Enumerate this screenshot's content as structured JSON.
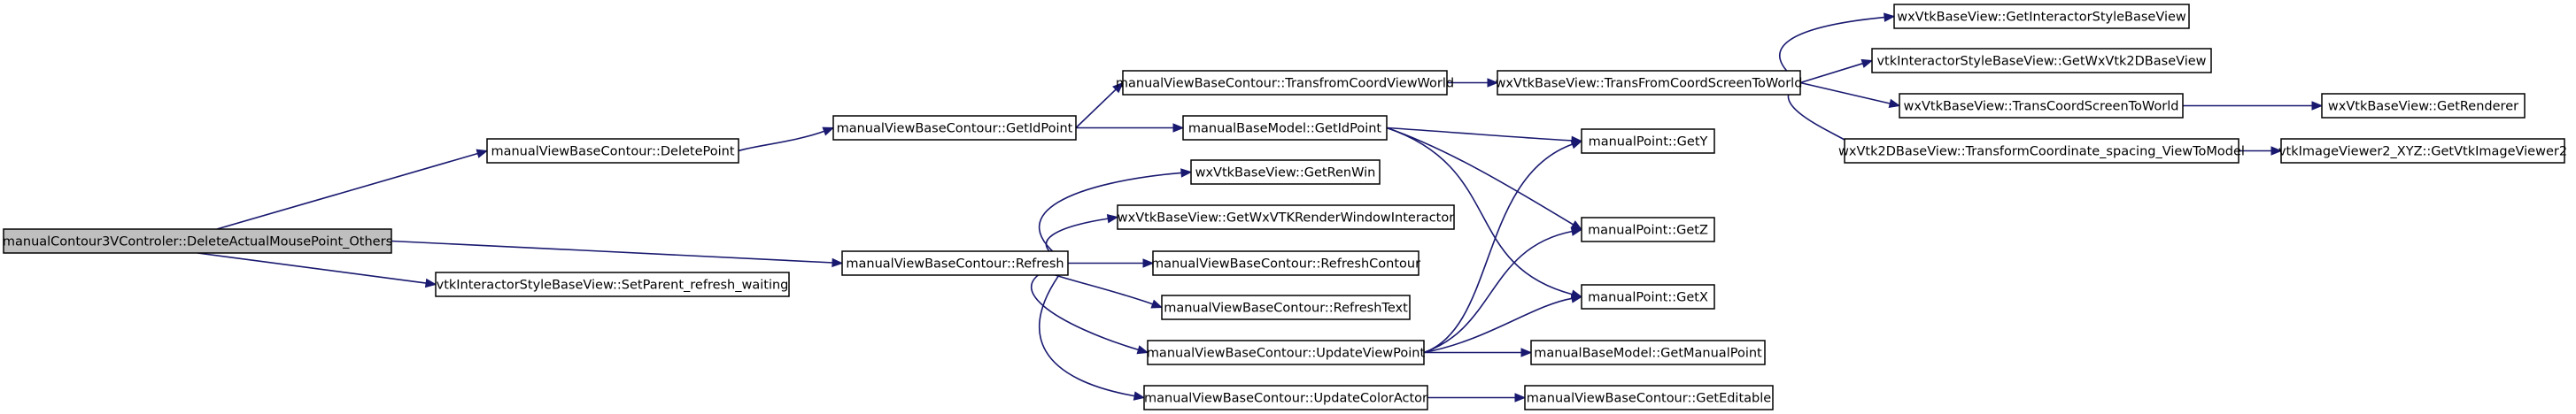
{
  "diagram": {
    "nodes": [
      {
        "id": "root",
        "label": "manualContour3VControler::DeleteActualMousePoint_Others"
      },
      {
        "id": "deletePoint",
        "label": "manualViewBaseContour::DeletePoint"
      },
      {
        "id": "setParentRefresh",
        "label": "vtkInteractorStyleBaseView::SetParent_refresh_waiting"
      },
      {
        "id": "getIdPoint",
        "label": "manualViewBaseContour::GetIdPoint"
      },
      {
        "id": "refresh",
        "label": "manualViewBaseContour::Refresh"
      },
      {
        "id": "transfromCoord",
        "label": "manualViewBaseContour::TransfromCoordViewWorld"
      },
      {
        "id": "modelGetIdPoint",
        "label": "manualBaseModel::GetIdPoint"
      },
      {
        "id": "getRenWin",
        "label": "wxVtkBaseView::GetRenWin"
      },
      {
        "id": "getWxVTKRender",
        "label": "wxVtkBaseView::GetWxVTKRenderWindowInteractor"
      },
      {
        "id": "refreshContour",
        "label": "manualViewBaseContour::RefreshContour"
      },
      {
        "id": "refreshText",
        "label": "manualViewBaseContour::RefreshText"
      },
      {
        "id": "updateViewPoint",
        "label": "manualViewBaseContour::UpdateViewPoint"
      },
      {
        "id": "updateColorActor",
        "label": "manualViewBaseContour::UpdateColorActor"
      },
      {
        "id": "transFromCoordScreen",
        "label": "wxVtkBaseView::TransFromCoordScreenToWorld"
      },
      {
        "id": "getY",
        "label": "manualPoint::GetY"
      },
      {
        "id": "getZ",
        "label": "manualPoint::GetZ"
      },
      {
        "id": "getX",
        "label": "manualPoint::GetX"
      },
      {
        "id": "getManualPoint",
        "label": "manualBaseModel::GetManualPoint"
      },
      {
        "id": "getEditable",
        "label": "manualViewBaseContour::GetEditable"
      },
      {
        "id": "getInteractorStyle",
        "label": "wxVtkBaseView::GetInteractorStyleBaseView"
      },
      {
        "id": "getWxVtk2D",
        "label": "vtkInteractorStyleBaseView::GetWxVtk2DBaseView"
      },
      {
        "id": "transCoordScreen",
        "label": "wxVtkBaseView::TransCoordScreenToWorld"
      },
      {
        "id": "transformCoordinate",
        "label": "wxVtk2DBaseView::TransformCoordinate_spacing_ViewToModel"
      },
      {
        "id": "getRenderer",
        "label": "wxVtkBaseView::GetRenderer"
      },
      {
        "id": "getVtkImageViewer",
        "label": "vtkImageViewer2_XYZ::GetVtkImageViewer2"
      }
    ],
    "edges": [
      {
        "from": "root",
        "to": "deletePoint"
      },
      {
        "from": "root",
        "to": "setParentRefresh"
      },
      {
        "from": "root",
        "to": "refresh"
      },
      {
        "from": "deletePoint",
        "to": "getIdPoint"
      },
      {
        "from": "getIdPoint",
        "to": "transfromCoord"
      },
      {
        "from": "getIdPoint",
        "to": "modelGetIdPoint"
      },
      {
        "from": "refresh",
        "to": "getRenWin"
      },
      {
        "from": "refresh",
        "to": "getWxVTKRender"
      },
      {
        "from": "refresh",
        "to": "refreshContour"
      },
      {
        "from": "refresh",
        "to": "refreshText"
      },
      {
        "from": "refresh",
        "to": "updateViewPoint"
      },
      {
        "from": "refresh",
        "to": "updateColorActor"
      },
      {
        "from": "transfromCoord",
        "to": "transFromCoordScreen"
      },
      {
        "from": "modelGetIdPoint",
        "to": "getY"
      },
      {
        "from": "modelGetIdPoint",
        "to": "getZ"
      },
      {
        "from": "modelGetIdPoint",
        "to": "getX"
      },
      {
        "from": "updateViewPoint",
        "to": "getY"
      },
      {
        "from": "updateViewPoint",
        "to": "getZ"
      },
      {
        "from": "updateViewPoint",
        "to": "getX"
      },
      {
        "from": "updateViewPoint",
        "to": "getManualPoint"
      },
      {
        "from": "updateColorActor",
        "to": "getEditable"
      },
      {
        "from": "transFromCoordScreen",
        "to": "getInteractorStyle"
      },
      {
        "from": "transFromCoordScreen",
        "to": "getWxVtk2D"
      },
      {
        "from": "transFromCoordScreen",
        "to": "transCoordScreen"
      },
      {
        "from": "transFromCoordScreen",
        "to": "transformCoordinate"
      },
      {
        "from": "transCoordScreen",
        "to": "getRenderer"
      },
      {
        "from": "transformCoordinate",
        "to": "getVtkImageViewer"
      }
    ]
  }
}
